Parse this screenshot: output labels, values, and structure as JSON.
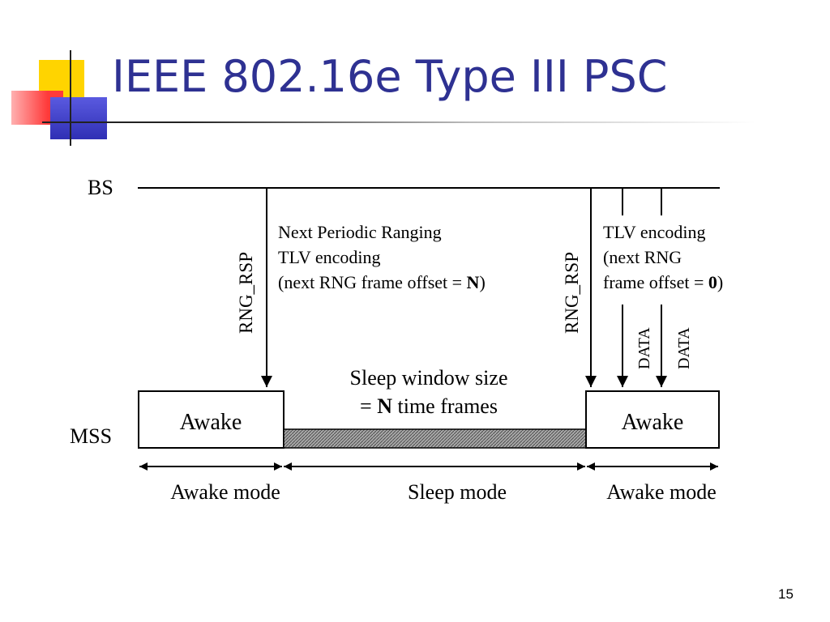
{
  "slide": {
    "title": "IEEE 802.16e Type III PSC",
    "page_number": "15"
  },
  "colors": {
    "title": "#2e3192",
    "deco_yellow": "#ffd400",
    "deco_red": "#ff3a3a",
    "deco_blue": "#3d3dc8",
    "sleep_bar": "#8c8c8c"
  },
  "diagram": {
    "bs_label": "BS",
    "mss_label": "MSS",
    "rng_rsp_left": "RNG_RSP",
    "rng_rsp_right": "RNG_RSP",
    "data_1": "DATA",
    "data_2": "DATA",
    "note_left": {
      "line1": "Next Periodic Ranging",
      "line2": "TLV encoding",
      "line3_pre": "(next RNG frame offset = ",
      "line3_bold": "N",
      "line3_post": ")"
    },
    "note_right": {
      "line1": "TLV encoding",
      "line2": "(next RNG",
      "line3_pre": "frame offset = ",
      "line3_bold": "0",
      "line3_post": ")"
    },
    "sleep_window": {
      "line1": "Sleep window size",
      "line2_pre": "= ",
      "line2_bold": "N",
      "line2_post": " time frames"
    },
    "awake_box_left": "Awake",
    "awake_box_right": "Awake",
    "mode_left": "Awake mode",
    "mode_middle": "Sleep mode",
    "mode_right": "Awake mode"
  }
}
